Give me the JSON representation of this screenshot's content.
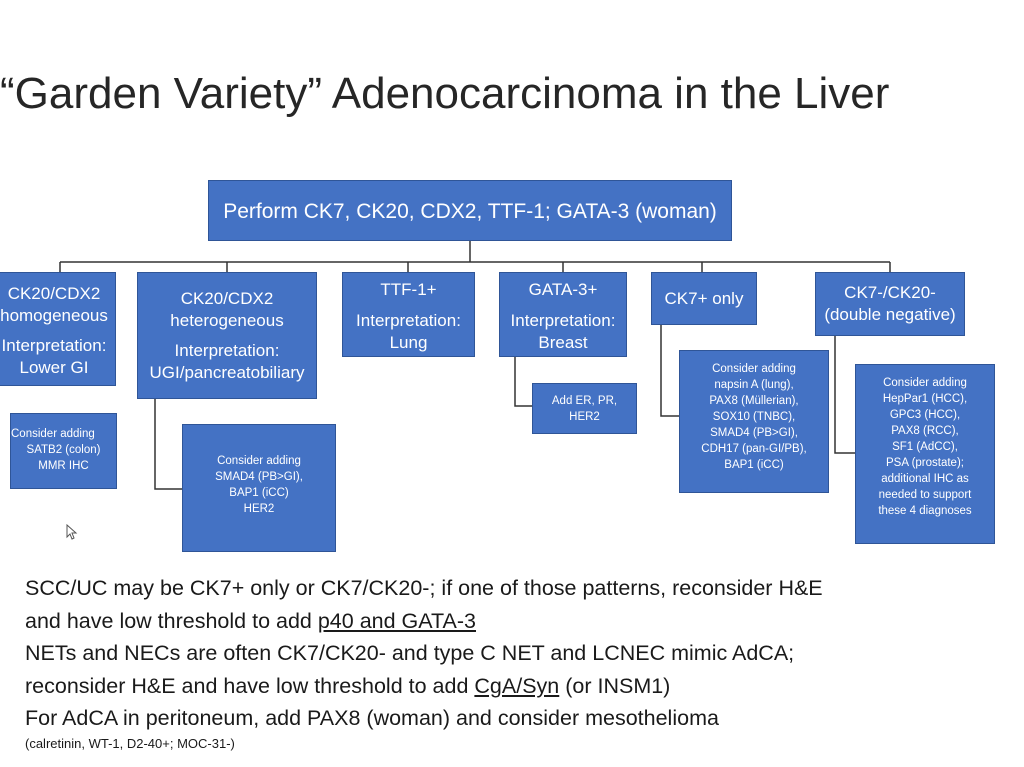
{
  "title": "“Garden Variety” Adenocarcinoma in the Liver",
  "colors": {
    "box_fill": "#4472c4",
    "box_border": "#2f5597",
    "connector": "#333333",
    "text": "#1a1a1a"
  },
  "root": "Perform CK7, CK20, CDX2, TTF-1; GATA-3 (woman)",
  "branches": [
    {
      "lines": [
        "CK20/CDX2",
        "homogeneous",
        "Interpretation:",
        "Lower GI"
      ],
      "addon": [
        "Consider adding",
        "SATB2 (colon)",
        "MMR IHC"
      ]
    },
    {
      "lines": [
        "CK20/CDX2",
        "heterogeneous",
        "Interpretation:",
        "UGI/pancreatobiliary"
      ],
      "addon": [
        "Consider adding",
        "SMAD4 (PB>GI),",
        "BAP1 (iCC)",
        "HER2"
      ]
    },
    {
      "lines": [
        "TTF-1+",
        "Interpretation:",
        "Lung"
      ]
    },
    {
      "lines": [
        "GATA-3+",
        "Interpretation:",
        "Breast"
      ],
      "addon": [
        "Add ER, PR,",
        "HER2"
      ]
    },
    {
      "lines": [
        "CK7+ only"
      ],
      "addon": [
        "Consider adding",
        "napsin A (lung),",
        "PAX8 (Müllerian),",
        "SOX10 (TNBC),",
        "SMAD4 (PB>GI),",
        "CDH17 (pan-GI/PB),",
        "BAP1 (iCC)"
      ]
    },
    {
      "lines": [
        "CK7-/CK20-",
        "(double negative)"
      ],
      "addon": [
        "Consider adding",
        "HepPar1 (HCC),",
        "GPC3 (HCC),",
        "PAX8 (RCC),",
        "SF1 (AdCC),",
        "PSA (prostate);",
        "additional IHC as",
        "needed to support",
        "these 4 diagnoses"
      ]
    }
  ],
  "notes": {
    "p1": {
      "before": "SCC/UC may be CK7+ only or CK7/CK20-; if one of those patterns, reconsider H&E",
      "line2": "and have low threshold to add ",
      "link": "p40 and GATA-3"
    },
    "p2": {
      "line1": "NETs and NECs are often CK7/CK20- and type C NET and LCNEC mimic AdCA;",
      "line2": "reconsider H&E and have low threshold to add ",
      "link": "CgA/Syn",
      "after": " (or INSM1)"
    },
    "p3": {
      "line1": "For AdCA in peritoneum, add PAX8 (woman) and consider mesothelioma",
      "line2": "(calretinin, WT-1, D2-40+; MOC-31-)"
    }
  }
}
